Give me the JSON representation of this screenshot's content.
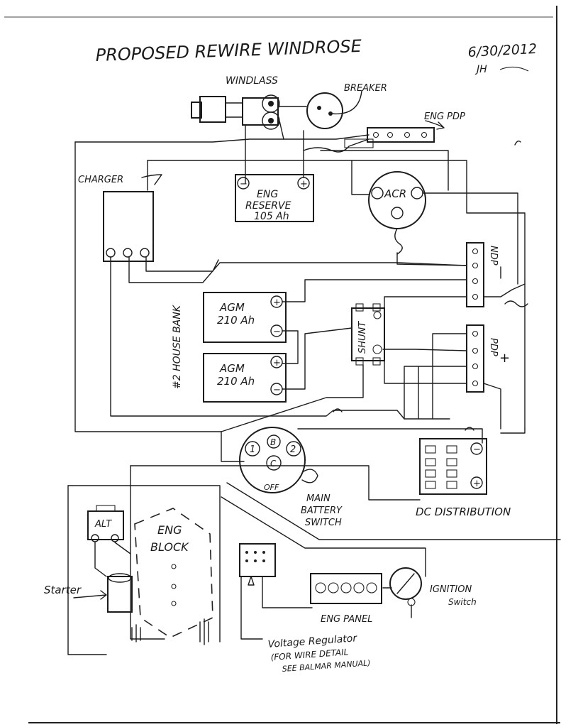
{
  "header": {
    "title": "PROPOSED REWIRE WINDROSE",
    "date": "6/30/2012",
    "initials": "JH"
  },
  "labels": {
    "windlass": "WINDLASS",
    "breaker": "BREAKER",
    "eng_pdp": "ENG PDP",
    "charger": "CHARGER",
    "eng_reserve_1": "ENG",
    "eng_reserve_2": "RESERVE",
    "eng_reserve_3": "105 Ah",
    "acr": "ACR",
    "ndp": "NDP",
    "pdp": "PDP",
    "agm1_1": "AGM",
    "agm1_2": "210 Ah",
    "agm2_1": "AGM",
    "agm2_2": "210 Ah",
    "house_bank": "#2 HOUSE BANK",
    "shunt": "SHUNT",
    "switch_1": "1",
    "switch_b": "B",
    "switch_2": "2",
    "switch_c": "C",
    "switch_off": "OFF",
    "main_switch_1": "MAIN",
    "main_switch_2": "BATTERY",
    "main_switch_3": "SWITCH",
    "dc_distribution": "DC DISTRIBUTION",
    "alt": "ALT",
    "eng_block_1": "ENG",
    "eng_block_2": "BLOCK",
    "starter": "Starter",
    "eng_panel": "ENG PANEL",
    "ignition_1": "IGNITION",
    "ignition_2": "Switch",
    "regulator_1": "Voltage Regulator",
    "regulator_2": "(FOR WIRE DETAIL",
    "regulator_3": "SEE BALMAR MANUAL)"
  },
  "symbols": {
    "plus": "+",
    "minus": "−",
    "neg_ring": "⊖",
    "pos_ring": "⊕"
  }
}
